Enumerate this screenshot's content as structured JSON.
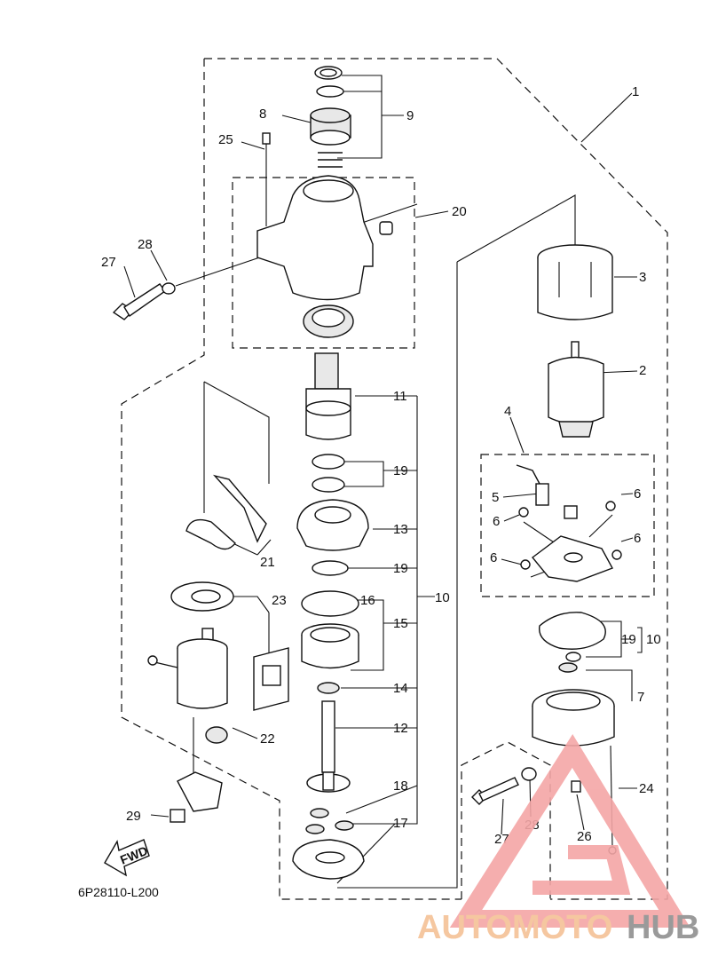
{
  "diagram_code": "6P28110-L200",
  "fwd_label": "FWD",
  "watermark": {
    "part1": "AUTOMOTO",
    "part2": "HUB",
    "color_primary": "#f4a6a6",
    "color_secondary": "#f5c7a0",
    "color_dark": "#9a9a9a"
  },
  "callouts": [
    {
      "id": "c1",
      "text": "1"
    },
    {
      "id": "c2",
      "text": "2"
    },
    {
      "id": "c3",
      "text": "3"
    },
    {
      "id": "c4",
      "text": "4"
    },
    {
      "id": "c5",
      "text": "5"
    },
    {
      "id": "c6a",
      "text": "6"
    },
    {
      "id": "c6b",
      "text": "6"
    },
    {
      "id": "c6c",
      "text": "6"
    },
    {
      "id": "c6d",
      "text": "6"
    },
    {
      "id": "c7",
      "text": "7"
    },
    {
      "id": "c8",
      "text": "8"
    },
    {
      "id": "c9",
      "text": "9"
    },
    {
      "id": "c10a",
      "text": "10"
    },
    {
      "id": "c10b",
      "text": "10"
    },
    {
      "id": "c11",
      "text": "11"
    },
    {
      "id": "c12",
      "text": "12"
    },
    {
      "id": "c13",
      "text": "13"
    },
    {
      "id": "c14",
      "text": "14"
    },
    {
      "id": "c15",
      "text": "15"
    },
    {
      "id": "c16",
      "text": "16"
    },
    {
      "id": "c17",
      "text": "17"
    },
    {
      "id": "c18",
      "text": "18"
    },
    {
      "id": "c19a",
      "text": "19"
    },
    {
      "id": "c19b",
      "text": "19"
    },
    {
      "id": "c19c",
      "text": "19"
    },
    {
      "id": "c20",
      "text": "20"
    },
    {
      "id": "c21",
      "text": "21"
    },
    {
      "id": "c22",
      "text": "22"
    },
    {
      "id": "c23",
      "text": "23"
    },
    {
      "id": "c24",
      "text": "24"
    },
    {
      "id": "c25",
      "text": "25"
    },
    {
      "id": "c26",
      "text": "26"
    },
    {
      "id": "c27a",
      "text": "27"
    },
    {
      "id": "c27b",
      "text": "27"
    },
    {
      "id": "c28a",
      "text": "28"
    },
    {
      "id": "c28b",
      "text": "28"
    },
    {
      "id": "c29",
      "text": "29"
    }
  ]
}
